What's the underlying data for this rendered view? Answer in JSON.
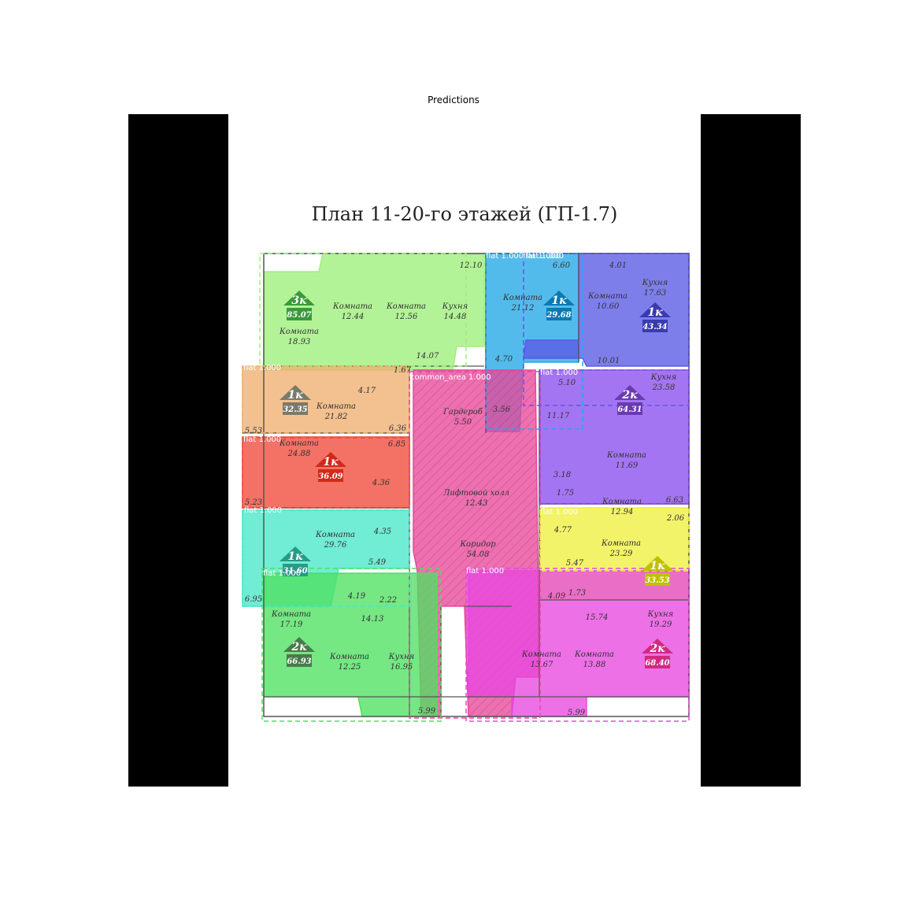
{
  "figure_title": "Predictions",
  "plan_title": "План 11-20-го этажей (ГП-1.7)",
  "detections": [
    {
      "label": "flat 1.000",
      "color": "#9ef07a"
    },
    {
      "label": "flat 1.000",
      "color": "#23a8e6"
    },
    {
      "label": "flat 1.000",
      "color": "#5a5ae6"
    },
    {
      "label": "flat 1.000",
      "color": "#f0b070"
    },
    {
      "label": "common_area 1.000",
      "color": "#e8489a"
    },
    {
      "label": "flat 1.000",
      "color": "#8a4ef0"
    },
    {
      "label": "flat 1.000",
      "color": "#f04a3a"
    },
    {
      "label": "flat 1.000",
      "color": "#48e8c8"
    },
    {
      "label": "flat 1.000",
      "color": "#f0f040"
    },
    {
      "label": "flat 1.000",
      "color": "#4ee060"
    },
    {
      "label": "flat 1.000",
      "color": "#e848e0"
    }
  ],
  "apartments": [
    {
      "name": "3к",
      "area": "85.07"
    },
    {
      "name": "1к",
      "area": "29.68"
    },
    {
      "name": "1к",
      "area": "43.34"
    },
    {
      "name": "1к",
      "area": "32.35"
    },
    {
      "name": "2к",
      "area": "64.31"
    },
    {
      "name": "1к",
      "area": "36.09"
    },
    {
      "name": "1к",
      "area": "31.60"
    },
    {
      "name": "1к",
      "area": "33.53"
    },
    {
      "name": "2к",
      "area": "66.93"
    },
    {
      "name": "2к",
      "area": "68.40"
    }
  ],
  "rooms": [
    {
      "name": "Комната",
      "area": "18.93"
    },
    {
      "name": "Комната",
      "area": "12.44"
    },
    {
      "name": "Комната",
      "area": "12.56"
    },
    {
      "name": "Кухня",
      "area": "14.48"
    },
    {
      "name": "",
      "area": "12.10"
    },
    {
      "name": "",
      "area": "14.07"
    },
    {
      "name": "Комната",
      "area": "21.12"
    },
    {
      "name": "",
      "area": "6.60"
    },
    {
      "name": "",
      "area": "4.70"
    },
    {
      "name": "",
      "area": "4.01"
    },
    {
      "name": "Комната",
      "area": "10.60"
    },
    {
      "name": "Кухня",
      "area": "17.63"
    },
    {
      "name": "",
      "area": "10.01"
    },
    {
      "name": "",
      "area": "5.10"
    },
    {
      "name": "",
      "area": "4.17"
    },
    {
      "name": "",
      "area": "1.67"
    },
    {
      "name": "Комната",
      "area": "21.82"
    },
    {
      "name": "",
      "area": "6.36"
    },
    {
      "name": "",
      "area": "5.53"
    },
    {
      "name": "",
      "area": "3.56"
    },
    {
      "name": "Гардероб",
      "area": "5.50"
    },
    {
      "name": "Кухня",
      "area": "23.58"
    },
    {
      "name": "",
      "area": "11.17"
    },
    {
      "name": "Комната",
      "area": "24.88"
    },
    {
      "name": "",
      "area": "6.85"
    },
    {
      "name": "",
      "area": "4.36"
    },
    {
      "name": "",
      "area": "5.23"
    },
    {
      "name": "Лифтовой холл",
      "area": "12.43"
    },
    {
      "name": "Комната",
      "area": "11.69"
    },
    {
      "name": "",
      "area": "3.18"
    },
    {
      "name": "",
      "area": "1.75"
    },
    {
      "name": "Комната",
      "area": "12.94"
    },
    {
      "name": "",
      "area": "6.63"
    },
    {
      "name": "Комната",
      "area": "29.76"
    },
    {
      "name": "",
      "area": "4.35"
    },
    {
      "name": "",
      "area": "5.49"
    },
    {
      "name": "Коридор",
      "area": "54.08"
    },
    {
      "name": "",
      "area": "4.77"
    },
    {
      "name": "",
      "area": "2.06"
    },
    {
      "name": "Комната",
      "area": "23.29"
    },
    {
      "name": "",
      "area": "5.47"
    },
    {
      "name": "",
      "area": "6.95"
    },
    {
      "name": "",
      "area": "4.19"
    },
    {
      "name": "",
      "area": "2.22"
    },
    {
      "name": "",
      "area": "14.13"
    },
    {
      "name": "Комната",
      "area": "17.19"
    },
    {
      "name": "Комната",
      "area": "12.25"
    },
    {
      "name": "Кухня",
      "area": "16.95"
    },
    {
      "name": "",
      "area": "4.09"
    },
    {
      "name": "",
      "area": "1.73"
    },
    {
      "name": "",
      "area": "15.74"
    },
    {
      "name": "Кухня",
      "area": "19.29"
    },
    {
      "name": "Комната",
      "area": "13.67"
    },
    {
      "name": "Комната",
      "area": "13.88"
    },
    {
      "name": "",
      "area": "5.99"
    },
    {
      "name": "",
      "area": "5.99"
    }
  ]
}
